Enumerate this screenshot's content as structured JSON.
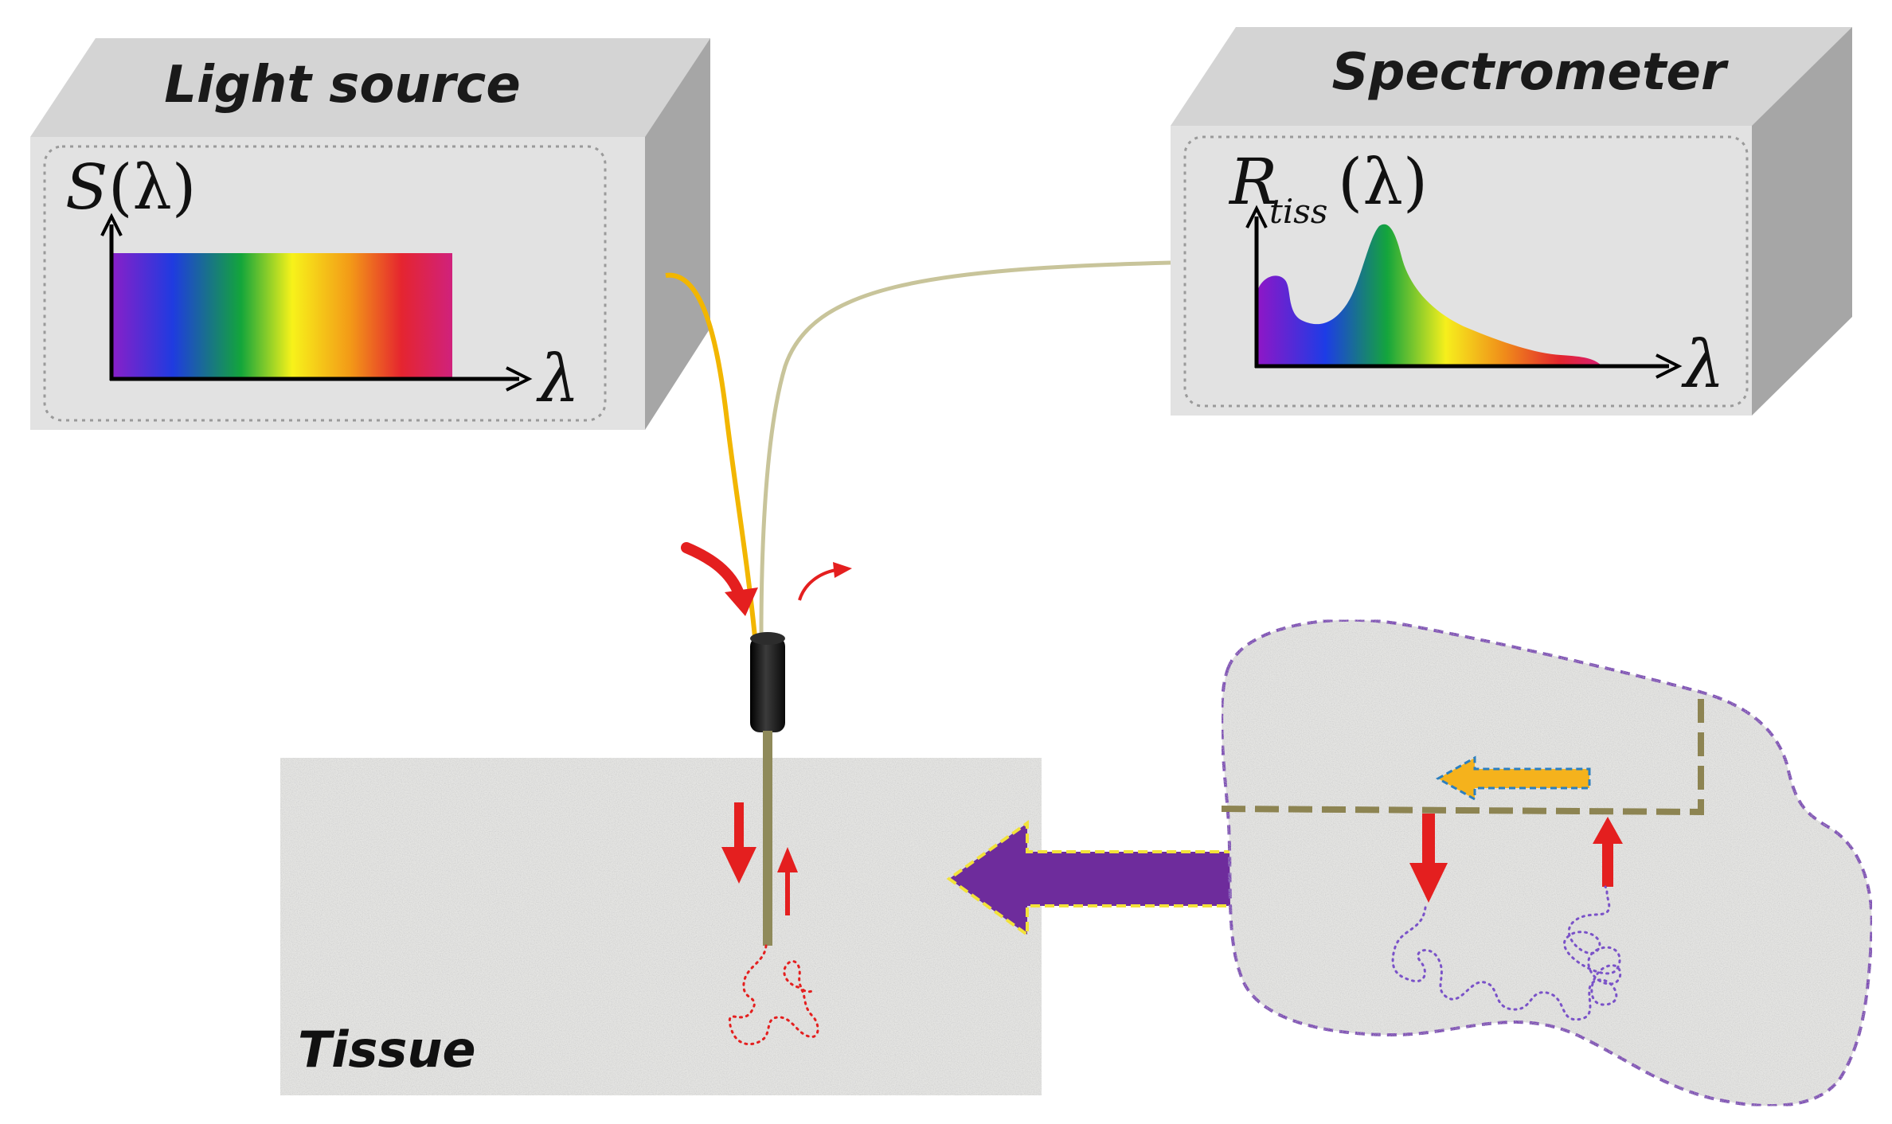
{
  "light_source": {
    "title": "Light source",
    "y_label_func": "S",
    "y_label_arg": "(λ)",
    "x_label": "λ"
  },
  "spectrometer": {
    "title": "Spectrometer",
    "y_label_func": "R",
    "y_label_sub": "tiss",
    "y_label_arg": "(λ)",
    "x_label": "λ"
  },
  "tissue": {
    "label": "Tissue"
  },
  "colors": {
    "box_face": "#dedede",
    "box_side": "#a9a9a9",
    "illumination_fiber": "#f2b600",
    "collection_fiber": "#c8c49a",
    "arrow_red": "#e41f1f",
    "big_arrow": "#6e2c9c",
    "small_arrow": "#f5b21c",
    "probe": "#1e1e1e"
  }
}
